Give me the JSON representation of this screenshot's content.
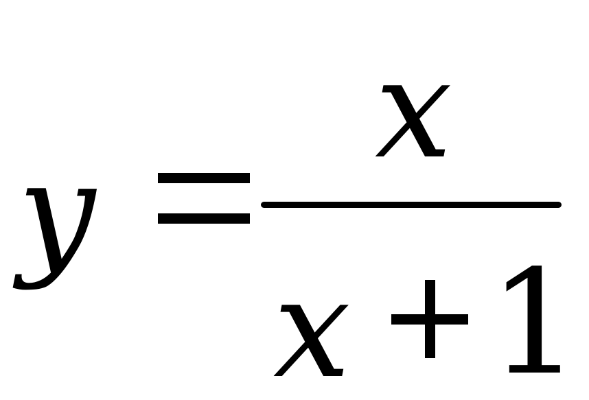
{
  "equation": {
    "lhs": "y",
    "operator": "=",
    "numerator": "x",
    "denominator": {
      "variable": "x",
      "operator": "+",
      "constant": "1"
    }
  },
  "colors": {
    "ink": "#000000",
    "background": "#ffffff"
  }
}
